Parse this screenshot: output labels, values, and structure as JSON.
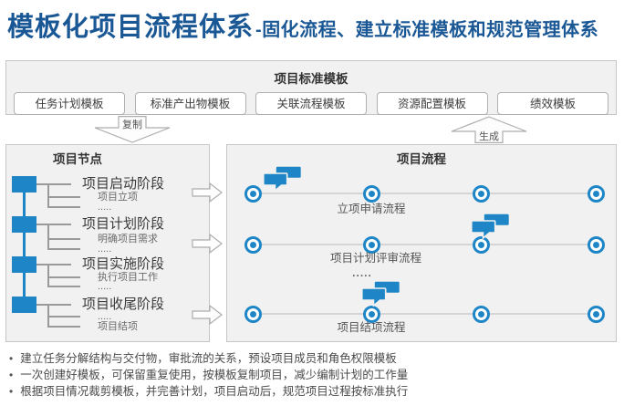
{
  "title": {
    "main": "模板化项目流程体系",
    "separator": "-",
    "subtitle": "固化流程、建立标准模板和规范管理体系"
  },
  "template_panel": {
    "header": "项目标准模板",
    "items": [
      "任务计划模板",
      "标准产出物模板",
      "关联流程模板",
      "资源配置模板",
      "绩效模板"
    ]
  },
  "arrows": {
    "copy": "复制",
    "generate": "生成"
  },
  "nodes_panel": {
    "header": "项目节点",
    "stages": [
      {
        "title": "项目启动阶段",
        "subs": [
          "项目立项",
          "....."
        ]
      },
      {
        "title": "项目计划阶段",
        "subs": [
          "明确项目需求",
          "....."
        ]
      },
      {
        "title": "项目实施阶段",
        "subs": [
          "执行项目工作",
          "....."
        ]
      },
      {
        "title": "项目收尾阶段",
        "subs": [
          ".....",
          "项目结项"
        ]
      }
    ]
  },
  "flows_panel": {
    "header": "项目流程",
    "ellipsis": ".....",
    "rows": [
      {
        "label": "立项申请流程"
      },
      {
        "label": "项目计划评审流程"
      },
      {
        "label": "项目结项流程"
      }
    ]
  },
  "bullets": [
    "建立任务分解结构与交付物，审批流的关系，预设项目成员和角色权限模板",
    "一次创建好模板，可保留重复使用，按模板复制项目，减少编制计划的工作量",
    "根据项目情况裁剪模板，并完善计划，项目启动后，规范项目过程按标准执行"
  ],
  "colors": {
    "accent_blue": "#1E86C6",
    "title_blue": "#1A5795"
  }
}
